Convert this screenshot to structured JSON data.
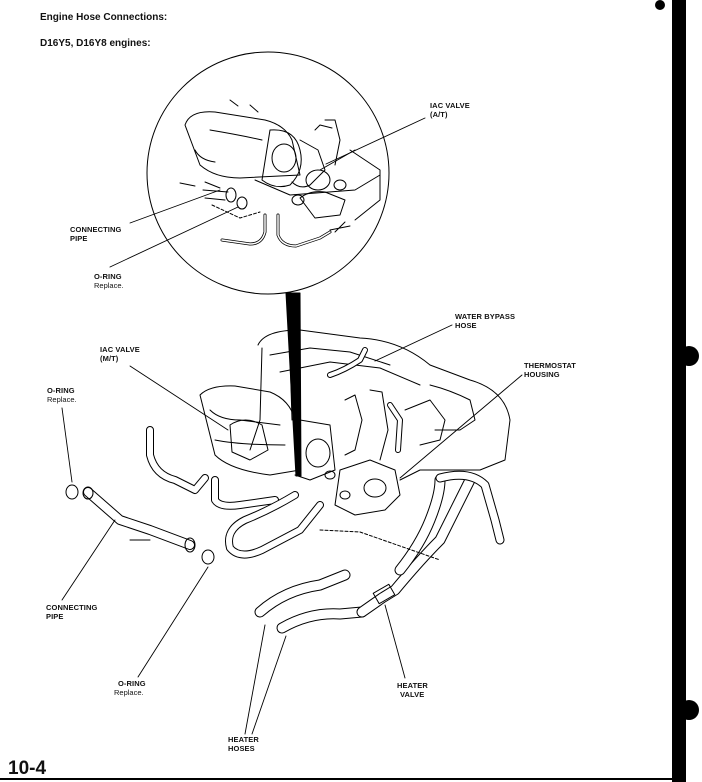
{
  "page": {
    "heading": "Engine Hose Connections:",
    "subheading": "D16Y5, D16Y8 engines:",
    "page_number": "10-4"
  },
  "callouts": {
    "iac_valve_at": {
      "name": "IAC VALVE",
      "detail": "(A/T)"
    },
    "connecting_pipe_top": {
      "line1": "CONNECTING",
      "line2": "PIPE"
    },
    "o_ring_top": {
      "name": "O-RING",
      "note": "Replace."
    },
    "water_bypass_hose": {
      "line1": "WATER BYPASS",
      "line2": "HOSE"
    },
    "iac_valve_mt": {
      "name": "IAC VALVE",
      "detail": "(M/T)"
    },
    "thermostat_housing": {
      "line1": "THERMOSTAT",
      "line2": "HOUSING"
    },
    "o_ring_left": {
      "name": "O-RING",
      "note": "Replace."
    },
    "connecting_pipe_bottom": {
      "line1": "CONNECTING",
      "line2": "PIPE"
    },
    "o_ring_bottom": {
      "name": "O-RING",
      "note": "Replace."
    },
    "heater_valve": {
      "line1": "HEATER",
      "line2": "VALVE"
    },
    "heater_hoses": {
      "line1": "HEATER",
      "line2": "HOSES"
    }
  }
}
